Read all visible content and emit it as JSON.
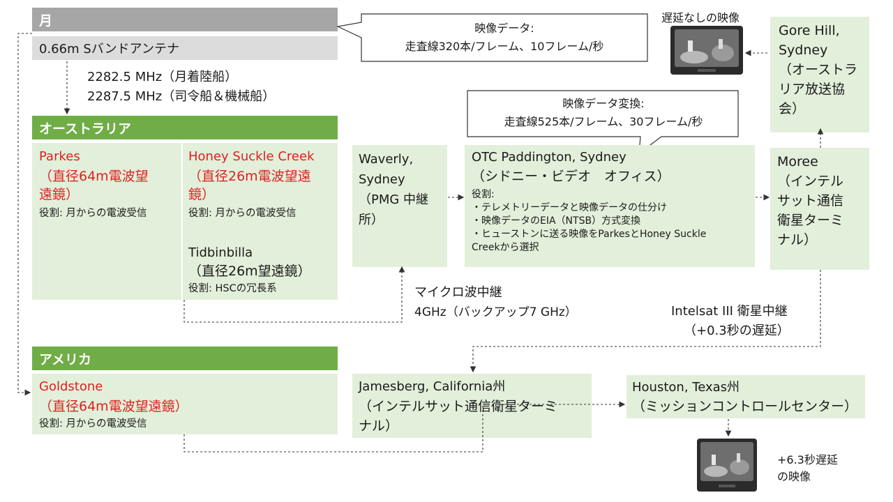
{
  "moon": {
    "title": "月",
    "antenna": "0.66m Sバンドアンテナ"
  },
  "freq": {
    "line1": "2282.5 MHz（月着陸船）",
    "line2": "2287.5 MHz（司令船＆機械船）"
  },
  "callout_video": {
    "line1": "映像データ:",
    "line2": "走査線320本/フレーム、10フレーム/秒"
  },
  "tv_top": {
    "label": "遅延なしの映像"
  },
  "gore_hill": {
    "lines": [
      "Gore Hill,",
      "Sydney",
      "（オーストラ",
      "リア放送協",
      "会）"
    ]
  },
  "callout_convert": {
    "line1": "映像データ変換:",
    "line2": "走査線525本/フレーム、30フレーム/秒"
  },
  "australia": {
    "title": "オーストラリア",
    "parkes": {
      "name": "Parkes",
      "desc1": "（直径64m電波望",
      "desc2": "遠鏡）",
      "role": "役割: 月からの電波受信"
    },
    "honey": {
      "name": "Honey Suckle Creek",
      "desc1": "（直径26m電波望遠",
      "desc2": "鏡）",
      "role": "役割: 月からの電波受信"
    },
    "tid": {
      "name": "Tidbinbilla",
      "desc": "（直径26m望遠鏡）",
      "role": "役割: HSCの冗長系"
    }
  },
  "waverly": {
    "lines": [
      "Waverly,",
      "Sydney",
      "（PMG 中継",
      "所）"
    ]
  },
  "otc": {
    "title": "OTC Paddington, Sydney",
    "subtitle": "（シドニー・ビデオ　オフィス）",
    "role_label": "役割:",
    "items": [
      "・テレメトリーデータと映像データの仕分け",
      "・映像データのEIA（NTSB）方式変換",
      "・ヒューストンに送る映像をParkesとHoney Suckle",
      "Creekから選択"
    ]
  },
  "moree": {
    "lines": [
      "Moree",
      "（インテル",
      "サット通信",
      "衛星ターミ",
      "ナル）"
    ]
  },
  "microwave": {
    "line1": "マイクロ波中継",
    "line2": "4GHz（バックアップ7 GHz）"
  },
  "intelsat": {
    "line1": "Intelsat III 衛星中継",
    "line2": "（+0.3秒の遅延）"
  },
  "america": {
    "title": "アメリカ",
    "goldstone": {
      "name": "Goldstone",
      "desc": "（直径64m電波望遠鏡）",
      "role": "役割: 月からの電波受信"
    }
  },
  "jamesberg": {
    "line1": "Jamesberg, California州",
    "line2": "（インテルサット通信衛星ターミ",
    "line3": "ナル）"
  },
  "houston": {
    "line1": "Houston, Texas州",
    "line2": "（ミッションコントロールセンター）"
  },
  "tv_bottom": {
    "label1": "+6.3秒遅延",
    "label2": "の映像"
  },
  "colors": {
    "green": "#70ad47",
    "light_green": "#e2efda",
    "gray": "#a6a6a6",
    "light_gray": "#dcdcdc",
    "red": "#e02020"
  },
  "icons": [
    "television-icon"
  ]
}
